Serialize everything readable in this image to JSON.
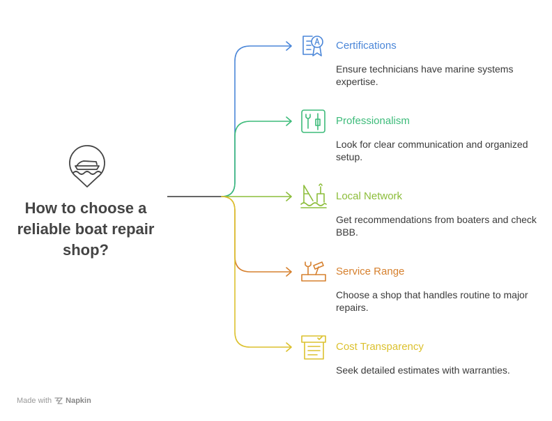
{
  "title": "How to choose a reliable boat repair shop?",
  "center_icon": "boat-location-pin-icon",
  "colors": {
    "root_line": "#333333",
    "title_text": "#444444",
    "description_text": "#3a3a3a"
  },
  "items": [
    {
      "title": "Certifications",
      "description": "Ensure technicians have marine systems expertise.",
      "color": "#4a86d8",
      "icon": "certificate-badge-icon"
    },
    {
      "title": "Professionalism",
      "description": "Look for clear communication and organized setup.",
      "color": "#3dbb7a",
      "icon": "tools-panel-icon"
    },
    {
      "title": "Local Network",
      "description": "Get recommendations from boaters and check BBB.",
      "color": "#8cbd3a",
      "icon": "harbor-crane-icon"
    },
    {
      "title": "Service Range",
      "description": "Choose a shop that handles routine to major repairs.",
      "color": "#d6802e",
      "icon": "wrench-hammer-icon"
    },
    {
      "title": "Cost Transparency",
      "description": "Seek detailed estimates with warranties.",
      "color": "#dcc12e",
      "icon": "estimate-document-icon"
    }
  ],
  "footer": {
    "prefix": "Made with",
    "brand": "Napkin",
    "icon": "napkin-logo-icon"
  }
}
